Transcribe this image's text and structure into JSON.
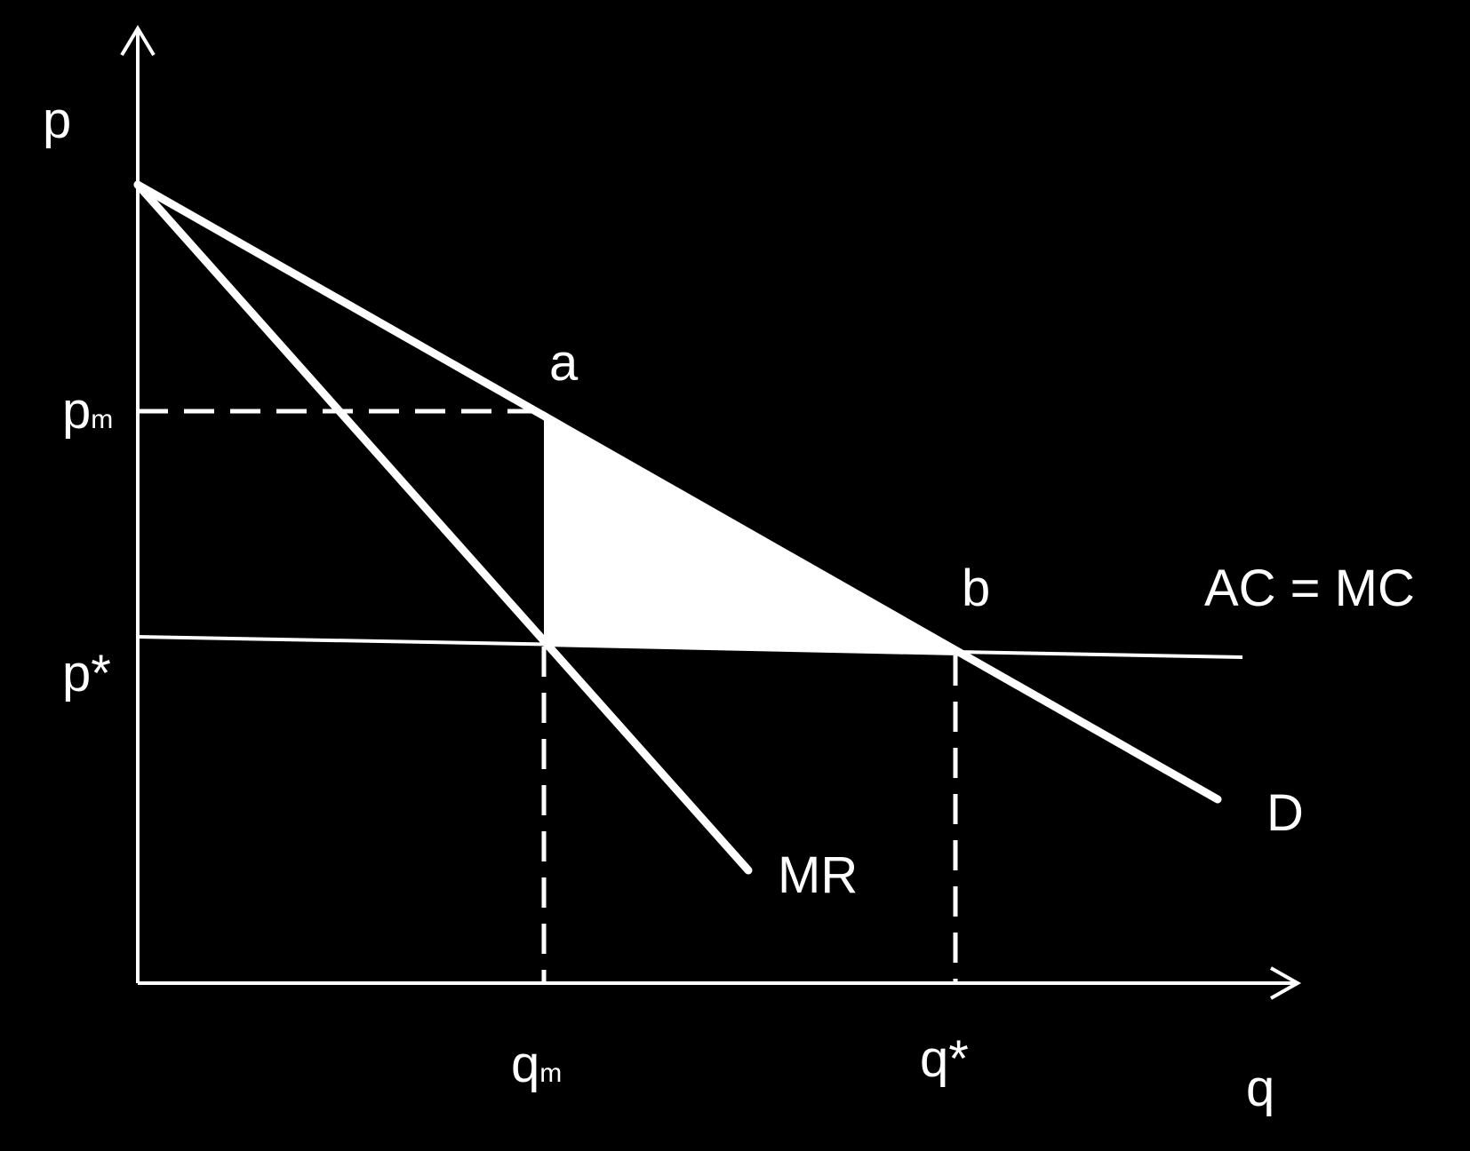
{
  "colors": {
    "background": "#000000",
    "foreground": "#ffffff"
  },
  "axes": {
    "y_label": "p",
    "x_label": "q"
  },
  "price_labels": {
    "monopoly_base": "p",
    "monopoly_sub": "m",
    "competitive": "p*"
  },
  "quantity_labels": {
    "monopoly_base": "q",
    "monopoly_sub": "m",
    "competitive": "q*"
  },
  "points": {
    "a": "a",
    "b": "b"
  },
  "curves": {
    "demand": "D",
    "marginal_revenue": "MR",
    "cost": "AC = MC"
  },
  "shaded_region": {
    "vertices": [
      "a",
      "b",
      "MR ∩ AC = MC"
    ],
    "color": "#ffffff"
  }
}
